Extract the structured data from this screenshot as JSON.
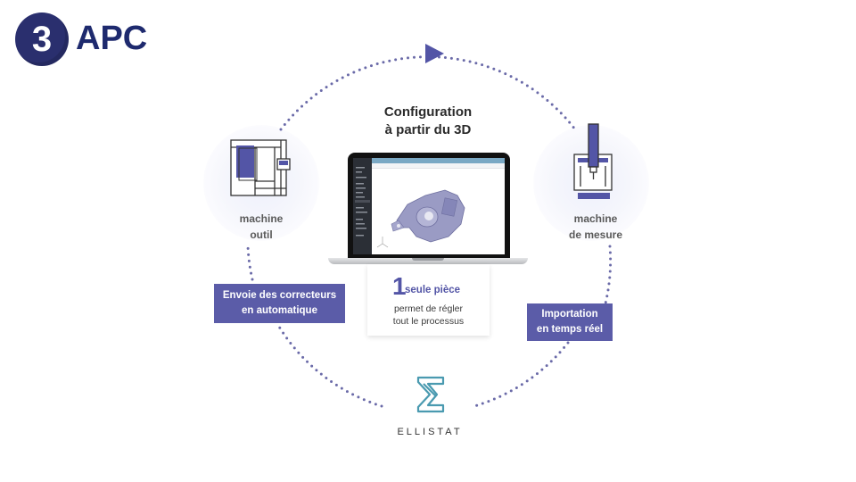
{
  "header": {
    "step_number": "3",
    "title": "APC"
  },
  "colors": {
    "badge": "#2a2f6e",
    "title": "#1e2a6e",
    "accent": "#5b5ca8",
    "dots": "#6a6aa8",
    "brand": "#4a9ab0"
  },
  "center": {
    "title_line1": "Configuration",
    "title_line2": "à partir du 3D",
    "laptop_screen": "3d-part-viewer",
    "card": {
      "big_number": "1",
      "heading": "seule pièce",
      "line1": "permet de régler",
      "line2": "tout le processus"
    }
  },
  "nodes": {
    "left": {
      "icon": "machine-tool-icon",
      "line1": "machine",
      "line2": "outil"
    },
    "right": {
      "icon": "measuring-machine-icon",
      "line1": "machine",
      "line2": "de mesure"
    }
  },
  "callouts": {
    "left": {
      "line1": "Envoie des correcteurs",
      "line2": "en automatique"
    },
    "right": {
      "line1": "Importation",
      "line2": "en temps réel"
    }
  },
  "brand": {
    "icon": "ellistat-sigma-logo",
    "name": "ELLISTAT"
  },
  "cycle": {
    "direction": "clockwise",
    "arrow_icon": "play-arrow-icon"
  }
}
